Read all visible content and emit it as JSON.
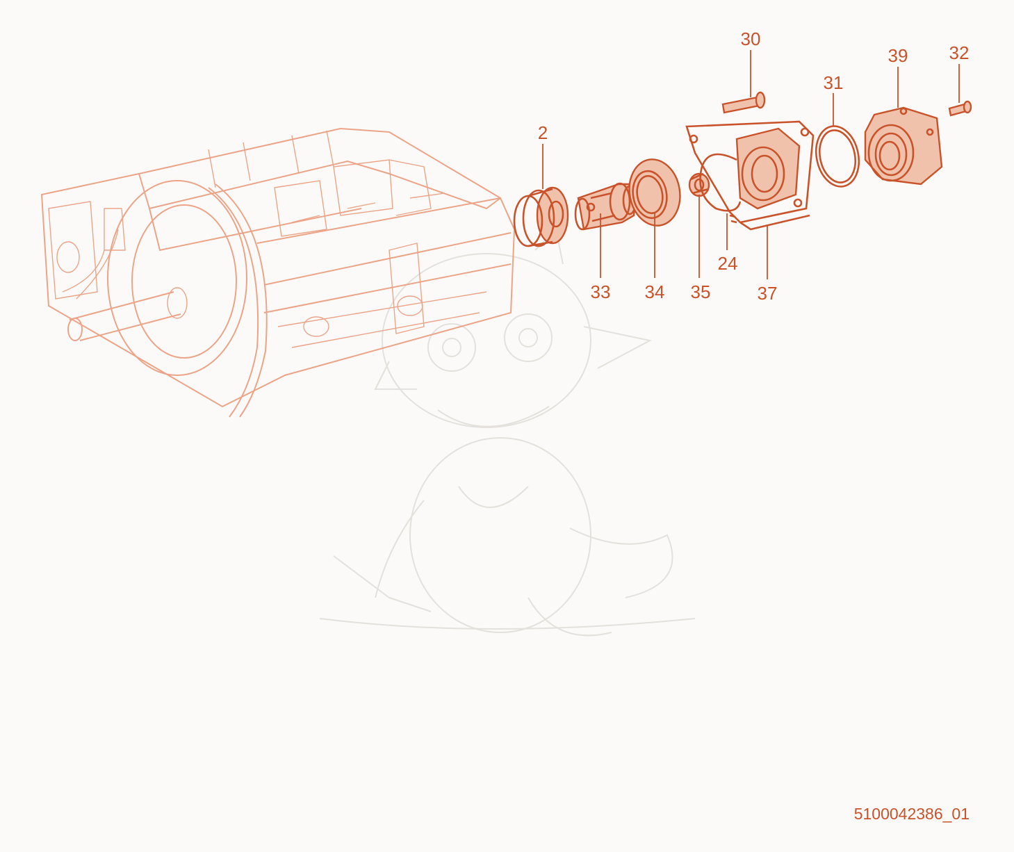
{
  "diagram": {
    "part_labels": [
      {
        "id": "label-2",
        "text": "2"
      },
      {
        "id": "label-30",
        "text": "30"
      },
      {
        "id": "label-31",
        "text": "31"
      },
      {
        "id": "label-39",
        "text": "39"
      },
      {
        "id": "label-32",
        "text": "32"
      },
      {
        "id": "label-33",
        "text": "33"
      },
      {
        "id": "label-34",
        "text": "34"
      },
      {
        "id": "label-35",
        "text": "35"
      },
      {
        "id": "label-24",
        "text": "24"
      },
      {
        "id": "label-37",
        "text": "37"
      }
    ],
    "document_id": "5100042386_01",
    "colors": {
      "accent": "#c8532b",
      "faint_line": "#eba488",
      "watermark": "#e4e0dc",
      "background": "#fbfaf8"
    }
  }
}
